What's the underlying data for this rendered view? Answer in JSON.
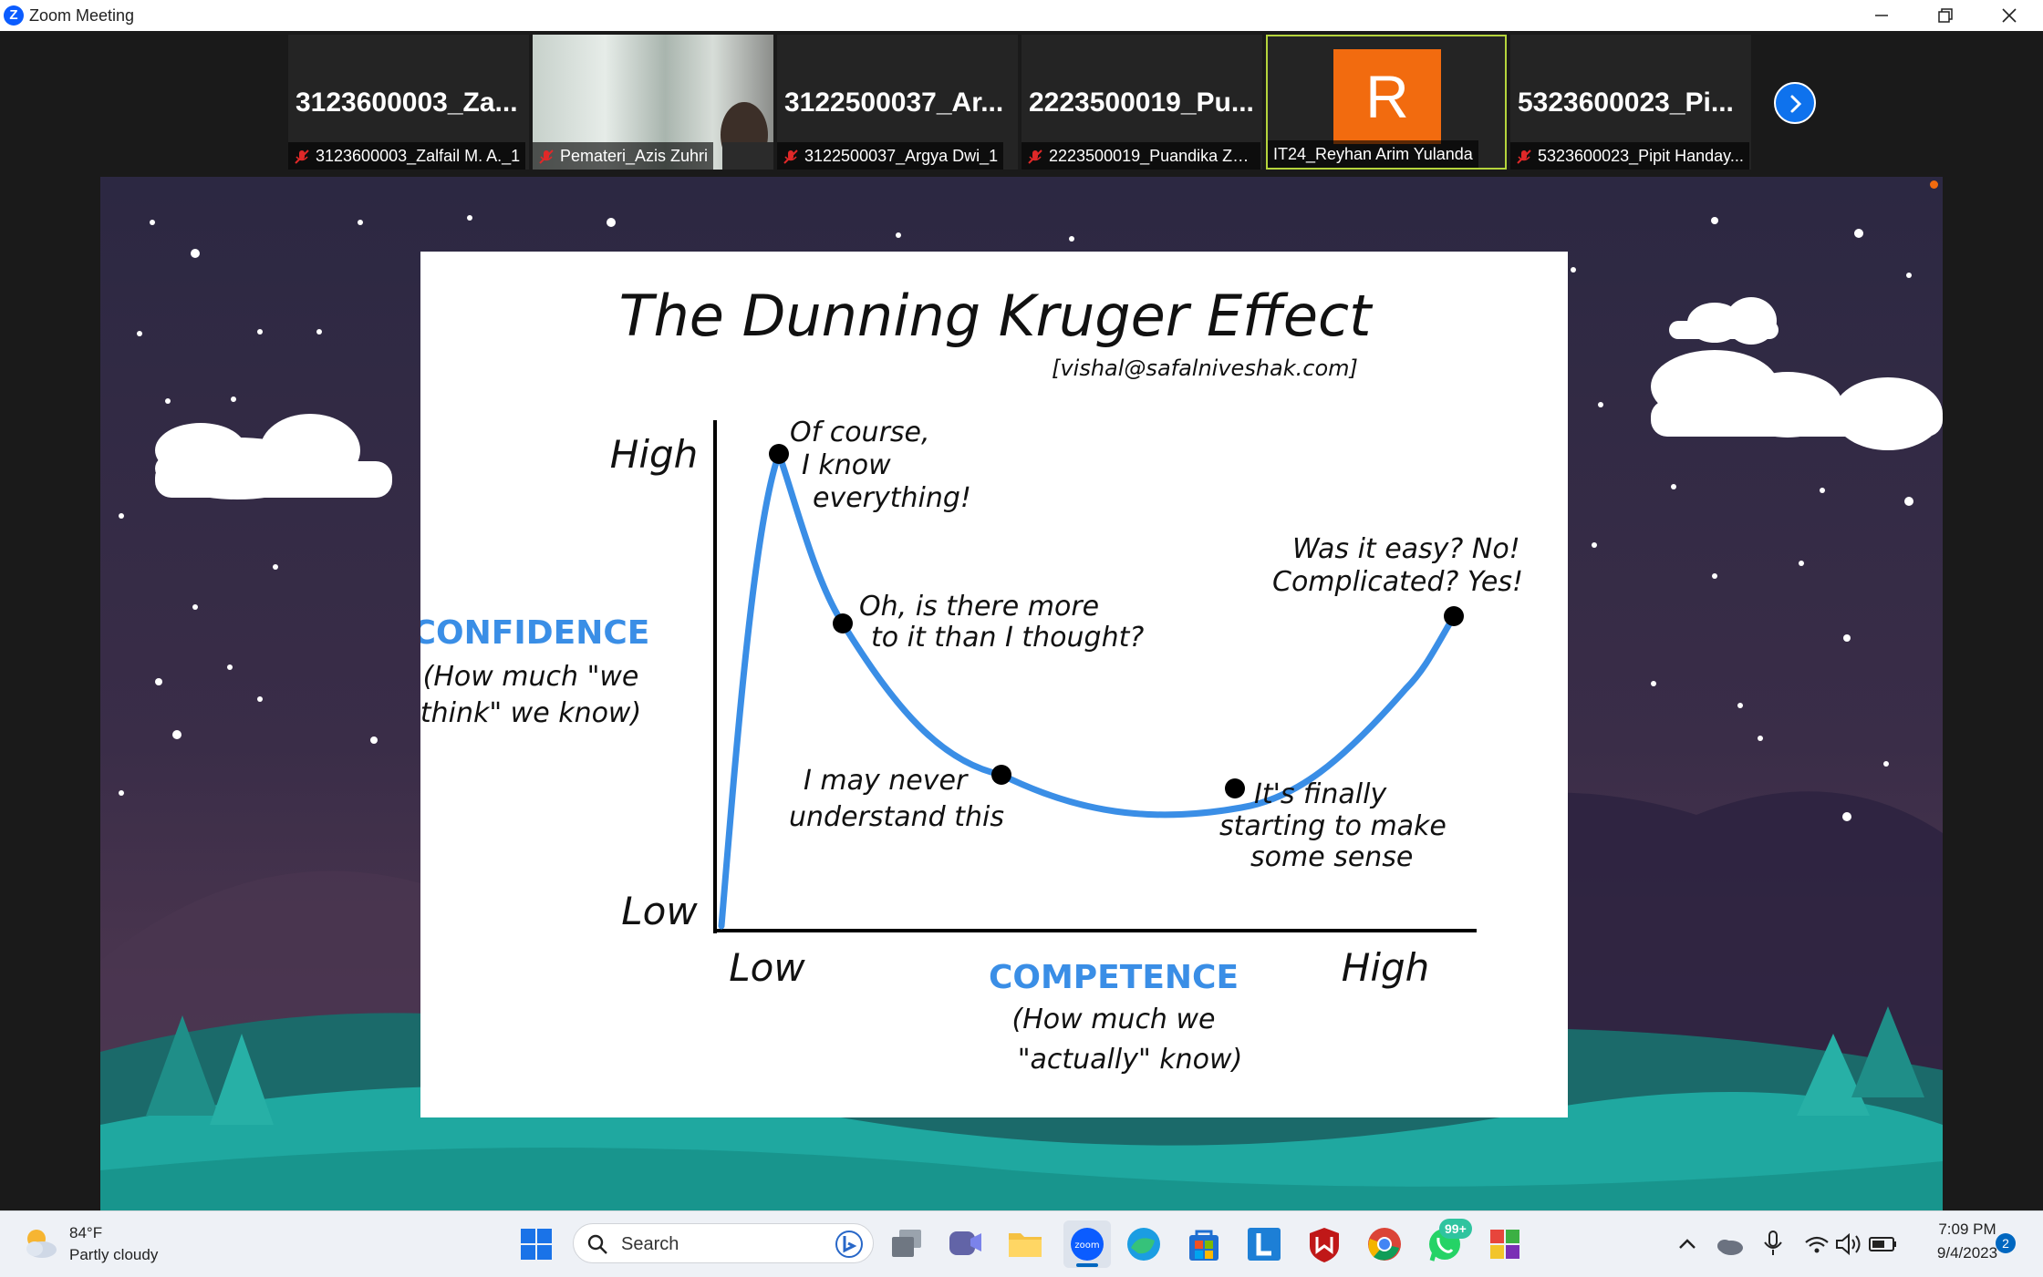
{
  "window": {
    "app_icon_letter": "Z",
    "title": "Zoom Meeting"
  },
  "participants": [
    {
      "big_name": "3123600003_Za...",
      "caption": "3123600003_Zalfail M. A._1",
      "muted": true,
      "video": false
    },
    {
      "big_name": "",
      "caption": "Pemateri_Azis Zuhri",
      "muted": true,
      "video": true
    },
    {
      "big_name": "3122500037_Ar...",
      "caption": "3122500037_Argya Dwi_1",
      "muted": true,
      "video": false
    },
    {
      "big_name": "2223500019_Pu...",
      "caption": "2223500019_Puandika Za...",
      "muted": true,
      "video": false
    },
    {
      "avatar_letter": "R",
      "caption": "IT24_Reyhan Arim Yulanda",
      "muted": false,
      "video": false,
      "active_speaker": true
    },
    {
      "big_name": "5323600023_Pi...",
      "caption": "5323600023_Pipit Handay...",
      "muted": true,
      "video": false
    }
  ],
  "slide": {
    "title": "The Dunning Kruger Effect",
    "credit": "[vishal@safalniveshak.com]",
    "y_axis_title": "CONFIDENCE",
    "y_axis_sub1": "(How much \"we",
    "y_axis_sub2": "think\" we know)",
    "y_high": "High",
    "y_low": "Low",
    "x_low": "Low",
    "x_high": "High",
    "x_axis_title": "COMPETENCE",
    "x_axis_sub1": "(How much we",
    "x_axis_sub2": "\"actually\" know)",
    "annotations": {
      "peak": [
        "Of course,",
        "I know",
        "everything!"
      ],
      "decline": [
        "Oh, is there more",
        "to it than I thought?"
      ],
      "valley": [
        "I may never",
        "understand this"
      ],
      "rise": [
        "It's finally",
        "starting to make",
        "some sense"
      ],
      "end": [
        "Was it easy? No!",
        "Complicated? Yes!"
      ]
    },
    "curve_color": "#3a8ee6",
    "label_color": "#3a8ee6"
  },
  "taskbar": {
    "weather_temp": "84°F",
    "weather_desc": "Partly cloudy",
    "search_placeholder": "Search",
    "whatsapp_badge": "99+",
    "time": "7:09 PM",
    "date": "9/4/2023",
    "notifications": "2"
  },
  "colors": {
    "zoom_blue": "#0b5cff",
    "active_border": "#b5d43c",
    "avatar_orange": "#f26b0f"
  }
}
